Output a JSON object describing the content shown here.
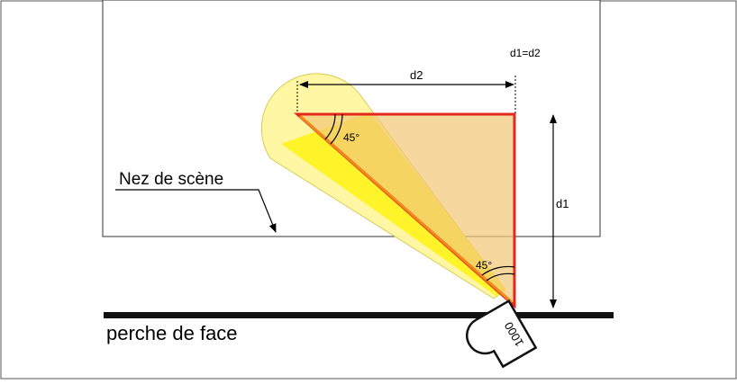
{
  "labels": {
    "d1_equals_d2": "d1=d2",
    "d2": "d2",
    "d1": "d1",
    "angle_top": "45°",
    "angle_bottom": "45°",
    "stage_edge": "Nez de scène",
    "front_bar": "perche de face",
    "fixture": "1000"
  },
  "colors": {
    "beam_fill": "#fff200",
    "beam_halo": "#fff7a0",
    "triangle_fill": "#f2c879",
    "triangle_stroke": "#e3281e",
    "inner_line": "#f08a1c",
    "bar": "#111111",
    "outline": "#333333"
  }
}
